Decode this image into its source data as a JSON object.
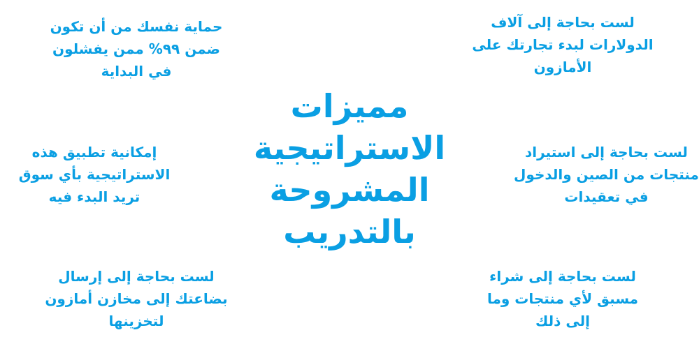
{
  "accent_color": "#0a9fe3",
  "title": [
    "مميزات",
    "الاستراتيجية",
    "المشروحة",
    "بالتدريب"
  ],
  "features": {
    "top_left": [
      "حماية نفسك من أن تكون",
      "ضمن ٩٩% ممن يفشلون",
      "في البداية"
    ],
    "top_right": [
      "لست بحاجة إلى آلاف",
      "الدولارات لبدء تجارتك على",
      "الأمازون"
    ],
    "mid_left": [
      "إمكانية تطبيق هذه",
      "الاستراتيجية بأي سوق",
      "تريد البدء فيه"
    ],
    "mid_right": [
      "لست بحاجة إلى استيراد",
      "منتجات من الصين والدخول",
      "في تعقيدات"
    ],
    "bottom_left": [
      "لست بحاجة إلى إرسال",
      "بضاعتك إلى مخازن أمازون",
      "لتخزينها"
    ],
    "bottom_right": [
      "لست بحاجة إلى شراء",
      "مسبق لأي منتجات وما",
      "إلى ذلك"
    ]
  }
}
